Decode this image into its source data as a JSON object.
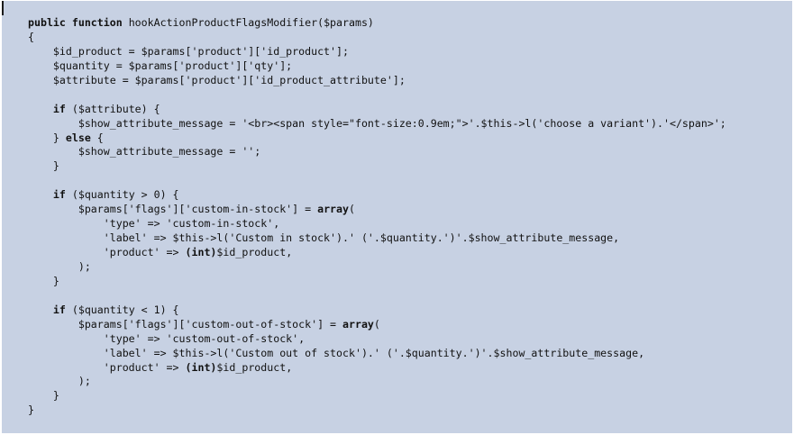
{
  "code": {
    "lines": [
      [
        {
          "t": "public function ",
          "k": true
        },
        {
          "t": "hookActionProductFlagsModifier($params)"
        }
      ],
      [
        {
          "t": "{"
        }
      ],
      [
        {
          "t": "    $id_product = $params['product']['id_product'];"
        }
      ],
      [
        {
          "t": "    $quantity = $params['product']['qty'];"
        }
      ],
      [
        {
          "t": "    $attribute = $params['product']['id_product_attribute'];"
        }
      ],
      [
        {
          "t": ""
        }
      ],
      [
        {
          "t": "    "
        },
        {
          "t": "if",
          "k": true
        },
        {
          "t": " ($attribute) {"
        }
      ],
      [
        {
          "t": "        $show_attribute_message = '<br><span style=\"font-size:0.9em;\">'.$this->l('choose a variant').'</span>';"
        }
      ],
      [
        {
          "t": "    } "
        },
        {
          "t": "else",
          "k": true
        },
        {
          "t": " {"
        }
      ],
      [
        {
          "t": "        $show_attribute_message = '';"
        }
      ],
      [
        {
          "t": "    }"
        }
      ],
      [
        {
          "t": ""
        }
      ],
      [
        {
          "t": "    "
        },
        {
          "t": "if",
          "k": true
        },
        {
          "t": " ($quantity > 0) {"
        }
      ],
      [
        {
          "t": "        $params['flags']['custom-in-stock'] = "
        },
        {
          "t": "array",
          "k": true
        },
        {
          "t": "("
        }
      ],
      [
        {
          "t": "            'type' => 'custom-in-stock',"
        }
      ],
      [
        {
          "t": "            'label' => $this->l('Custom in stock').' ('.$quantity.')'.$show_attribute_message,"
        }
      ],
      [
        {
          "t": "            'product' => "
        },
        {
          "t": "(int)",
          "k": true
        },
        {
          "t": "$id_product,"
        }
      ],
      [
        {
          "t": "        );"
        }
      ],
      [
        {
          "t": "    }"
        }
      ],
      [
        {
          "t": ""
        }
      ],
      [
        {
          "t": "    "
        },
        {
          "t": "if",
          "k": true
        },
        {
          "t": " ($quantity < 1) {"
        }
      ],
      [
        {
          "t": "        $params['flags']['custom-out-of-stock'] = "
        },
        {
          "t": "array",
          "k": true
        },
        {
          "t": "("
        }
      ],
      [
        {
          "t": "            'type' => 'custom-out-of-stock',"
        }
      ],
      [
        {
          "t": "            'label' => $this->l('Custom out of stock').' ('.$quantity.')'.$show_attribute_message,"
        }
      ],
      [
        {
          "t": "            'product' => "
        },
        {
          "t": "(int)",
          "k": true
        },
        {
          "t": "$id_product,"
        }
      ],
      [
        {
          "t": "        );"
        }
      ],
      [
        {
          "t": "    }"
        }
      ],
      [
        {
          "t": "}"
        }
      ]
    ]
  }
}
